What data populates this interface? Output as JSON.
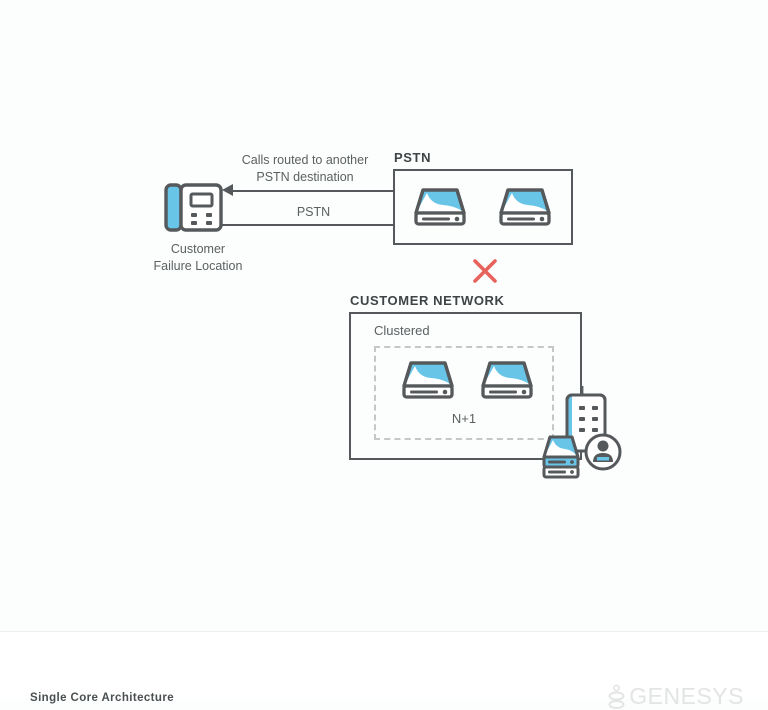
{
  "footer": {
    "title": "Single Core Architecture",
    "brand": "GENESYS",
    "brand_mark": "genesys-logo-mark"
  },
  "diagram": {
    "type": "network-architecture",
    "palette": {
      "background": "#fcfdfd",
      "outline": "#55595b",
      "accent_blue": "#68c5e8",
      "error_red": "#e8625c",
      "muted_text": "#5b6061",
      "dashed_border": "#c3c7c8"
    },
    "endpoint": {
      "icon": "desk-phone-icon",
      "caption_line1": "Customer",
      "caption_line2": "Failure Location"
    },
    "connections": [
      {
        "label": "Calls routed to another",
        "label_line2": "PSTN destination",
        "direction": "pstn-to-customer",
        "arrow": "left"
      },
      {
        "label": "PSTN",
        "direction": "customer-to-pstn",
        "arrow": "none"
      }
    ],
    "pstn_zone": {
      "title": "PSTN",
      "nodes": [
        {
          "icon": "server-icon",
          "name": "pstn-server-1"
        },
        {
          "icon": "server-icon",
          "name": "pstn-server-2"
        }
      ]
    },
    "failure_marker": {
      "icon": "x-cross-icon",
      "color": "#e8625c"
    },
    "customer_zone": {
      "title": "CUSTOMER NETWORK",
      "cluster": {
        "label": "Clustered",
        "redundancy": "N+1",
        "nodes": [
          {
            "icon": "server-icon",
            "name": "cluster-server-1"
          },
          {
            "icon": "server-icon",
            "name": "cluster-server-2"
          }
        ]
      },
      "site": {
        "icons": [
          "office-building-icon",
          "agent-avatar-icon",
          "server-stack-icon"
        ],
        "name": "customer-site-group"
      }
    }
  }
}
